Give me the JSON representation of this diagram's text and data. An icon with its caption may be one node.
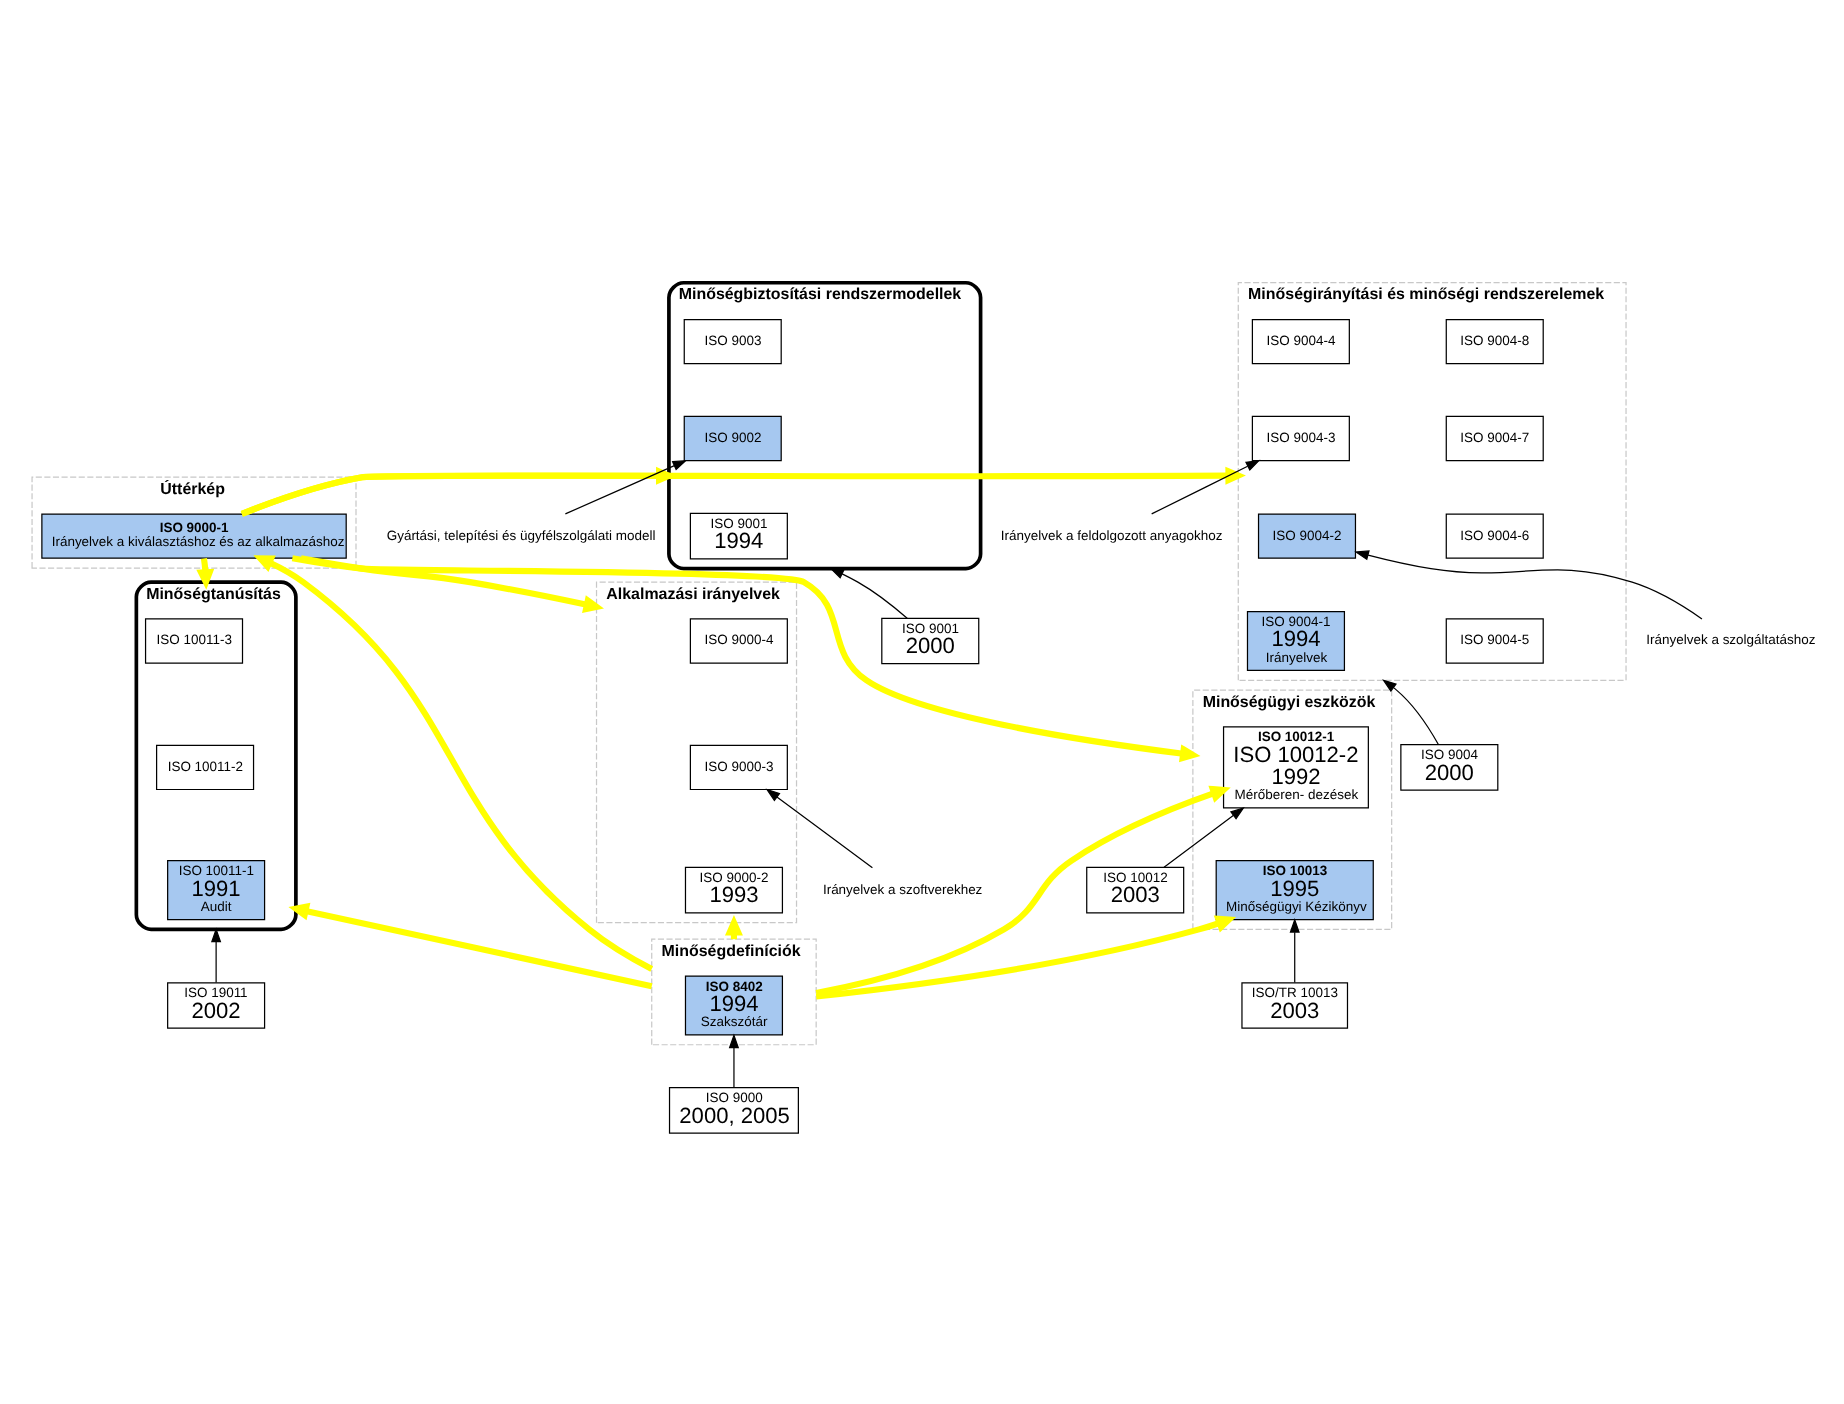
{
  "diagram": {
    "nodes": [
      {
        "text": [
          "Úttérkép"
        ]
      },
      {
        "text": [
          "ISO 9000-1",
          "Irányelvek a kiválasztáshoz és az alkalmazáshoz"
        ],
        "in": 0
      },
      {
        "text": [
          "Minőségbiztosítási rendszermodellek"
        ]
      },
      {
        "text": [
          "ISO 9003"
        ],
        "in": 2
      },
      {
        "text": [
          "ISO 9002"
        ],
        "in": 2
      },
      {
        "text": [
          "ISO 9001",
          "1994"
        ],
        "in": 2
      },
      {
        "text": [
          "Gyártási, telepítési és ügyfélszolgálati modell"
        ]
      },
      {
        "text": [
          "ISO 9001",
          "2000"
        ]
      },
      {
        "text": [
          "Minőségirányítási és minőségi rendszerelemek"
        ]
      },
      {
        "text": [
          "ISO 9004-8"
        ],
        "in": 8
      },
      {
        "text": [
          "ISO 9004-7"
        ],
        "in": 8
      },
      {
        "text": [
          "ISO 9004-6"
        ],
        "in": 8
      },
      {
        "text": [
          "ISO 9004-5"
        ],
        "in": 8
      },
      {
        "text": [
          "ISO 9004-4"
        ],
        "in": 8
      },
      {
        "text": [
          "ISO 9004-3"
        ],
        "in": 8
      },
      {
        "text": [
          "ISO 9004-2"
        ],
        "in": 8
      },
      {
        "text": [
          "ISO 9004-1",
          "1994",
          "Irányelvek"
        ],
        "in": 8
      },
      {
        "text": [
          "Irányelvek a feldolgozott anyagokhoz"
        ]
      },
      {
        "text": [
          "Irányelvek a szolgáltatáshoz"
        ]
      },
      {
        "text": [
          "ISO 9004",
          "2000"
        ]
      },
      {
        "text": [
          "Alkalmazási irányelvek"
        ]
      },
      {
        "text": [
          "ISO 9000-4"
        ],
        "in": 20
      },
      {
        "text": [
          "ISO 9000-3"
        ],
        "in": 20
      },
      {
        "text": [
          "ISO 9000-2",
          "1993"
        ],
        "in": 20
      },
      {
        "text": [
          "Irányelvek a szoftverekhez"
        ]
      },
      {
        "text": [
          "Minőségtanúsítás"
        ]
      },
      {
        "text": [
          "ISO 10011-3"
        ],
        "in": 25
      },
      {
        "text": [
          "ISO 10011-2"
        ],
        "in": 25
      },
      {
        "text": [
          "ISO 10011-1",
          "1991",
          "Audit"
        ],
        "in": 25
      },
      {
        "text": [
          "ISO 19011",
          "2002"
        ]
      },
      {
        "text": [
          "Minőségügyi eszközök"
        ]
      },
      {
        "text": [
          "ISO 10012-1",
          "ISO 10012-2",
          "1992",
          "Mérőberen- dezések"
        ],
        "in": 30
      },
      {
        "text": [
          "ISO 10013",
          "1995",
          "Minőségügyi Kézikönyv"
        ],
        "in": 30
      },
      {
        "text": [
          "ISO 10012",
          "2003"
        ]
      },
      {
        "text": [
          "ISO/TR 10013",
          "2003"
        ]
      },
      {
        "text": [
          "Minőségdefiníciók"
        ]
      },
      {
        "text": [
          "ISO 8402",
          "1994",
          "Szakszótár"
        ],
        "in": 35
      },
      {
        "text": [
          "ISO 9000",
          "2000, 2005"
        ]
      }
    ],
    "edges": [
      {
        "from": 1,
        "to": 2,
        "arrow": "to",
        "style": "thick",
        "color": "#ffff00"
      },
      {
        "from": 1,
        "to": 8,
        "arrow": "to",
        "style": "thick",
        "color": "#ffff00"
      },
      {
        "from": 1,
        "to": 20,
        "arrow": "to",
        "style": "thick",
        "color": "#ffff00"
      },
      {
        "from": 1,
        "to": 25,
        "arrow": "to",
        "style": "thick",
        "color": "#ffff00"
      },
      {
        "from": 1,
        "to": 30,
        "arrow": "to",
        "style": "thick",
        "color": "#ffff00"
      },
      {
        "from": 35,
        "to": 1,
        "arrow": "to",
        "style": "thick",
        "color": "#ffff00"
      },
      {
        "from": 35,
        "to": 20,
        "arrow": "to",
        "style": "thick",
        "color": "#ffff00"
      },
      {
        "from": 35,
        "to": 25,
        "arrow": "to",
        "style": "thick",
        "color": "#ffff00"
      },
      {
        "from": 35,
        "to": 31,
        "arrow": "to",
        "style": "thick",
        "color": "#ffff00"
      },
      {
        "from": 35,
        "to": 32,
        "arrow": "to",
        "style": "thick",
        "color": "#ffff00"
      },
      {
        "from": 6,
        "to": 4,
        "arrow": "to",
        "color": "#000000"
      },
      {
        "from": 7,
        "to": 2,
        "arrow": "to",
        "color": "#000000"
      },
      {
        "from": 17,
        "to": 14,
        "arrow": "to",
        "color": "#000000"
      },
      {
        "from": 18,
        "to": 15,
        "arrow": "to",
        "color": "#000000"
      },
      {
        "from": 19,
        "to": 8,
        "arrow": "to",
        "color": "#000000"
      },
      {
        "from": 24,
        "to": 22,
        "arrow": "to",
        "color": "#000000"
      },
      {
        "from": 29,
        "to": 25,
        "arrow": "to",
        "color": "#000000"
      },
      {
        "from": 33,
        "to": 31,
        "arrow": "to",
        "color": "#000000"
      },
      {
        "from": 34,
        "to": 32,
        "arrow": "to",
        "color": "#000000"
      },
      {
        "from": 37,
        "to": 36,
        "arrow": "to",
        "color": "#000000"
      }
    ]
  }
}
